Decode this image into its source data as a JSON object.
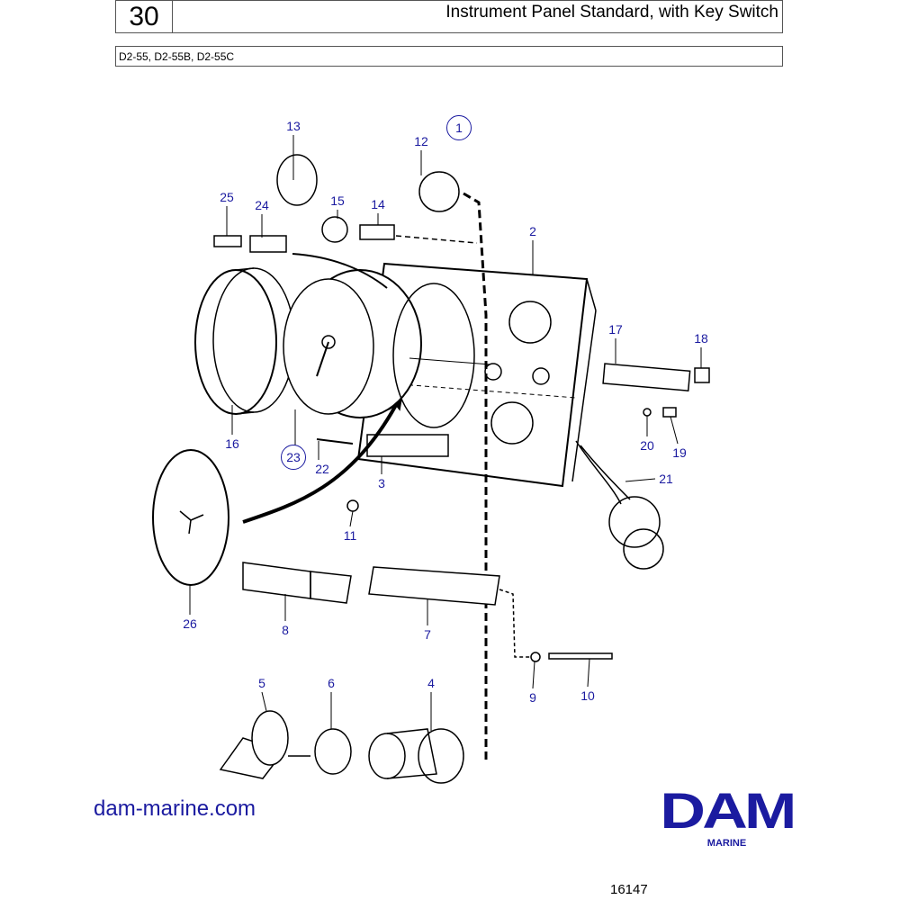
{
  "header": {
    "section_number": "30",
    "title": "Instrument Panel Standard, with Key Switch"
  },
  "models": "D2-55, D2-55B, D2-55C",
  "callouts": [
    "13",
    "12",
    "1",
    "25",
    "24",
    "15",
    "14",
    "2",
    "17",
    "18",
    "16",
    "23",
    "22",
    "3",
    "20",
    "19",
    "21",
    "11",
    "26",
    "8",
    "7",
    "9",
    "10",
    "5",
    "6",
    "4"
  ],
  "watermark": "DAM",
  "website": "dam-marine.com",
  "logo": {
    "name": "DAM",
    "sub": "MARINE"
  },
  "figure_number": "16147",
  "colors": {
    "callout": "#1b1ba0",
    "line": "#000000"
  }
}
